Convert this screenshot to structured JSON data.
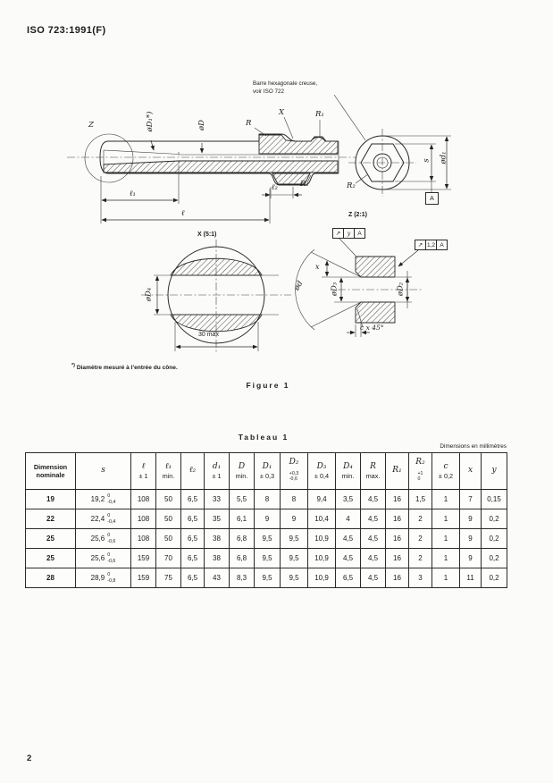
{
  "doc": {
    "ref": "ISO 723:1991(F)",
    "page": "2"
  },
  "figure": {
    "caption": "Figure 1",
    "footnote_mark": "*)",
    "footnote": "Diamètre mesuré à l'entrée du cône.",
    "callout_line1": "Barre hexagonale creuse,",
    "callout_line2": "voir ISO 722",
    "labels": {
      "z_marker": "Z",
      "x_marker": "X",
      "r": "R",
      "r1": "R₁",
      "r1b": "R₁",
      "r2": "R₂",
      "phi_D1": "øD₁*)",
      "phi_D": "øD",
      "l1": "ℓ₁",
      "l2": "ℓ₂",
      "l": "ℓ",
      "s": "s",
      "phi_d1": "ød₁",
      "datum": "A",
      "z_caption": "Z (2:1)",
      "x_caption": "X (5:1)",
      "phi_D4": "øD₄",
      "max30": "30 max",
      "phi_D3": "øD₃",
      "phi_D2": "øD₂",
      "phi_d": "ød",
      "x_dim": "x",
      "c45": "c x 45°"
    },
    "tolerance_frames": {
      "f1": {
        "sym": "↗",
        "val": "y",
        "datum": "A"
      },
      "f2": {
        "sym": "↗",
        "val": "1,2",
        "datum": "A"
      }
    }
  },
  "table": {
    "caption": "Tableau 1",
    "units_note": "Dimensions en millimètres",
    "col0_header": "Dimension nominale",
    "columns": [
      {
        "sym": "s",
        "tol": ""
      },
      {
        "sym": "ℓ",
        "tol": "± 1"
      },
      {
        "sym": "ℓ₁",
        "tol": "min."
      },
      {
        "sym": "ℓ₂",
        "tol": ""
      },
      {
        "sym": "d₁",
        "tol": "± 1"
      },
      {
        "sym": "D",
        "tol": "min."
      },
      {
        "sym": "D₁",
        "tol": "± 0,3"
      },
      {
        "sym": "D₂",
        "tol_stack": [
          "+0,3",
          "-0,6"
        ]
      },
      {
        "sym": "D₃",
        "tol": "± 0,4"
      },
      {
        "sym": "D₄",
        "tol": "min."
      },
      {
        "sym": "R",
        "tol": "max."
      },
      {
        "sym": "R₁",
        "tol": ""
      },
      {
        "sym": "R₂",
        "tol_stack": [
          "+1",
          "0"
        ]
      },
      {
        "sym": "c",
        "tol": "± 0,2"
      },
      {
        "sym": "x",
        "tol": ""
      },
      {
        "sym": "y",
        "tol": ""
      }
    ],
    "rows": [
      {
        "dim": "19",
        "s": "19,2",
        "s_tol": [
          "0",
          "-0,4"
        ],
        "vals": [
          "108",
          "50",
          "6,5",
          "33",
          "5,5",
          "8",
          "8",
          "9,4",
          "3,5",
          "4,5",
          "16",
          "1,5",
          "1",
          "7",
          "0,15"
        ]
      },
      {
        "dim": "22",
        "s": "22,4",
        "s_tol": [
          "0",
          "-0,4"
        ],
        "vals": [
          "108",
          "50",
          "6,5",
          "35",
          "6,1",
          "9",
          "9",
          "10,4",
          "4",
          "4,5",
          "16",
          "2",
          "1",
          "9",
          "0,2"
        ]
      },
      {
        "dim": "25",
        "s": "25,6",
        "s_tol": [
          "0",
          "-0,6"
        ],
        "vals": [
          "108",
          "50",
          "6,5",
          "38",
          "6,8",
          "9,5",
          "9,5",
          "10,9",
          "4,5",
          "4,5",
          "16",
          "2",
          "1",
          "9",
          "0,2"
        ]
      },
      {
        "dim": "25",
        "s": "25,6",
        "s_tol": [
          "0",
          "-0,6"
        ],
        "vals": [
          "159",
          "70",
          "6,5",
          "38",
          "6,8",
          "9,5",
          "9,5",
          "10,9",
          "4,5",
          "4,5",
          "16",
          "2",
          "1",
          "9",
          "0,2"
        ]
      },
      {
        "dim": "28",
        "s": "28,9",
        "s_tol": [
          "0",
          "-0,8"
        ],
        "vals": [
          "159",
          "75",
          "6,5",
          "43",
          "8,3",
          "9,5",
          "9,5",
          "10,9",
          "6,5",
          "4,5",
          "16",
          "3",
          "1",
          "11",
          "0,2"
        ]
      }
    ]
  }
}
